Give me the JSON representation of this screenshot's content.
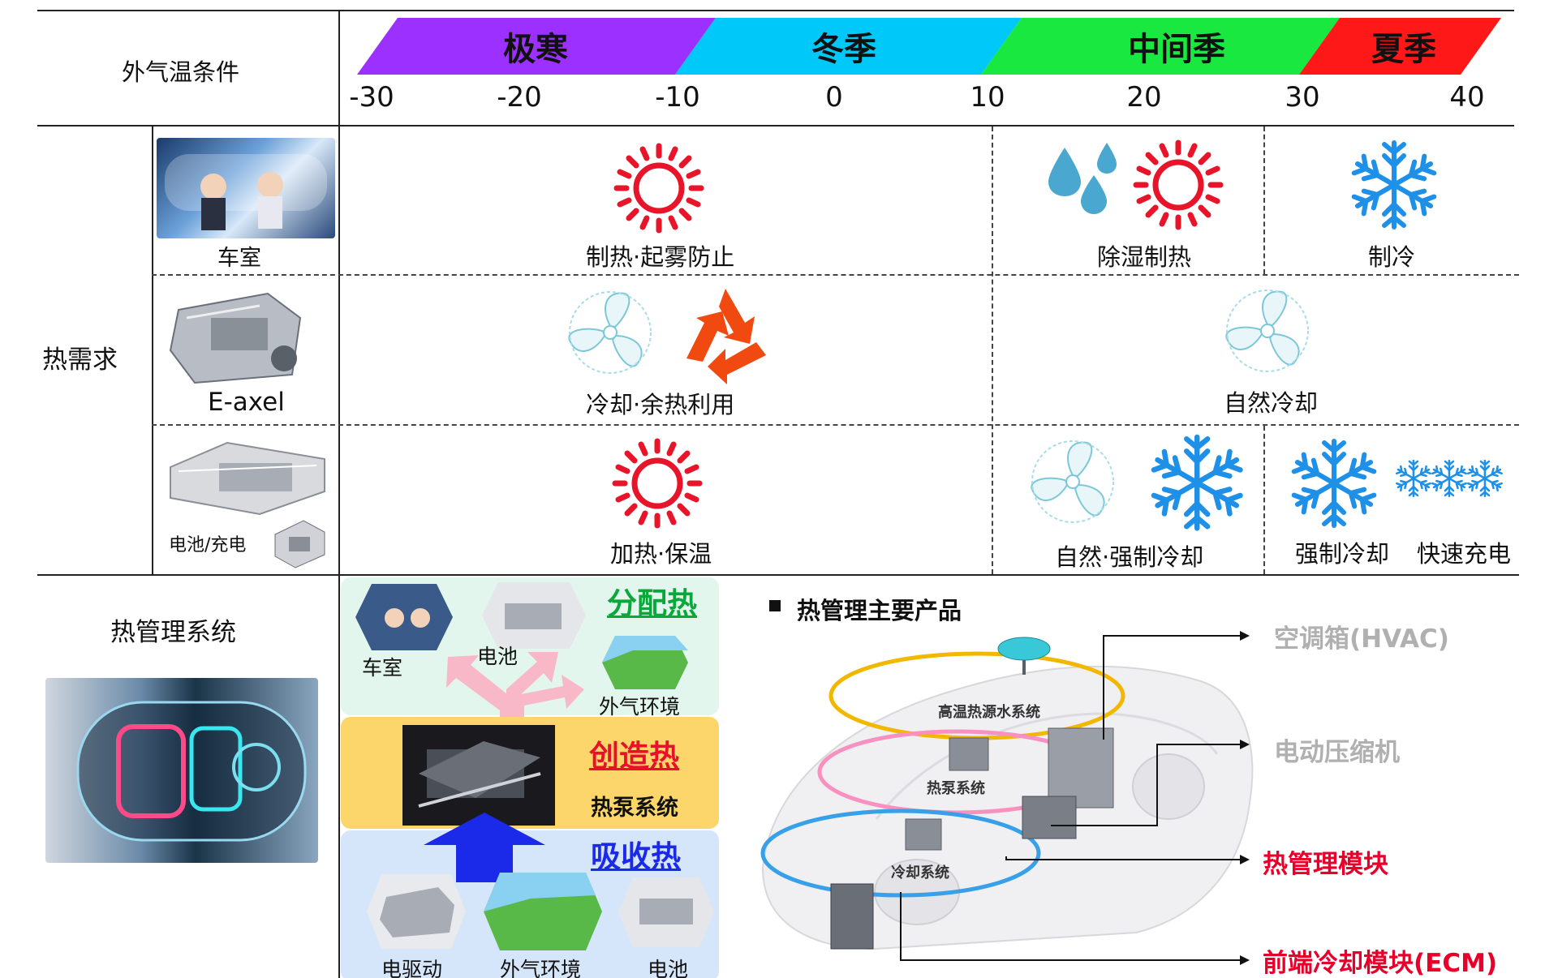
{
  "header": {
    "row_label": "外气温条件",
    "seasons": [
      "极寒",
      "冬季",
      "中间季",
      "夏季"
    ],
    "season_colors": [
      "#9b30ff",
      "#00c8f8",
      "#18e840",
      "#ff1818"
    ],
    "ticks": [
      "-30",
      "-20",
      "-10",
      "0",
      "10",
      "20",
      "30",
      "40"
    ]
  },
  "demand": {
    "label": "热需求",
    "cabin": {
      "label": "车室",
      "heat": "制热·起雾防止",
      "mid": "除湿制热",
      "summer": "制冷"
    },
    "eaxle": {
      "label": "E-axel",
      "cold": "冷却·余热利用",
      "warm": "自然冷却"
    },
    "battery": {
      "label": "电池/充电",
      "heat": "加热·保温",
      "mid": "自然·强制冷却",
      "summer_a": "强制冷却",
      "summer_b": "快速充电"
    }
  },
  "system": {
    "label": "热管理系统",
    "distribute": {
      "title": "分配热",
      "cabin": "车室",
      "battery": "电池",
      "outside": "外气环境"
    },
    "create": {
      "title": "创造热",
      "heatpump": "热泵系统"
    },
    "absorb": {
      "title": "吸收热",
      "drive": "电驱动",
      "outside": "外气环境",
      "battery": "电池"
    }
  },
  "products": {
    "title": "热管理主要产品",
    "loops": [
      "高温热源水系统",
      "热泵系统",
      "冷却系统"
    ],
    "items": [
      {
        "label": "空调箱(HVAC)",
        "color": "#b0b0b0"
      },
      {
        "label": "电动压缩机",
        "color": "#b0b0b0"
      },
      {
        "label": "热管理模块",
        "color": "#e8002a"
      },
      {
        "label": "前端冷却模块(ECM)",
        "color": "#e8002a"
      }
    ]
  }
}
